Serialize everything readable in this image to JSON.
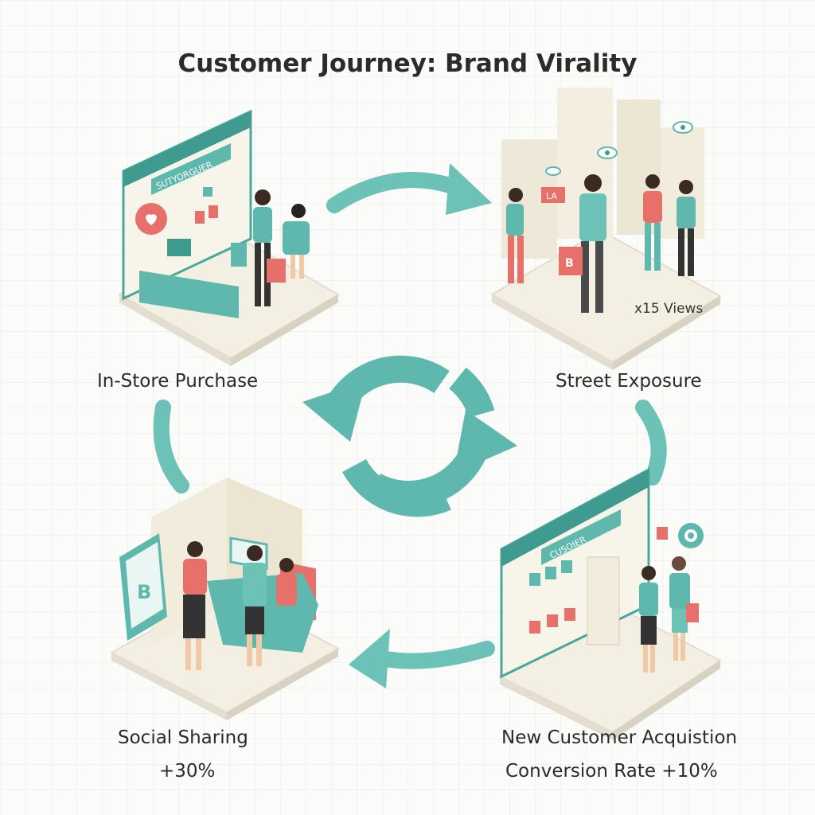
{
  "title": "Customer Journey: Brand Virality",
  "stages": [
    {
      "id": "in-store-purchase",
      "label": "In-Store Purchase",
      "metric": "",
      "sign": "SUTYORGUER"
    },
    {
      "id": "street-exposure",
      "label": "Street Exposure",
      "metric": "x15 Views",
      "sign": "LA"
    },
    {
      "id": "new-customer-acquisition",
      "label": "New Customer Acquistion",
      "metric": "Conversion Rate +10%",
      "sign": "CUSOIER"
    },
    {
      "id": "social-sharing",
      "label": "Social Sharing",
      "metric": "+30%",
      "sign": ""
    }
  ],
  "colors": {
    "teal": "#5fb8ad",
    "teal_dark": "#3f9a90",
    "coral": "#e8706a",
    "cream": "#f3efe3",
    "background": "#fbfbf9"
  },
  "icons": [
    "cycle-arrows-icon",
    "heart-icon",
    "eye-icon",
    "phone-icon",
    "brand-b-icon",
    "target-icon"
  ]
}
